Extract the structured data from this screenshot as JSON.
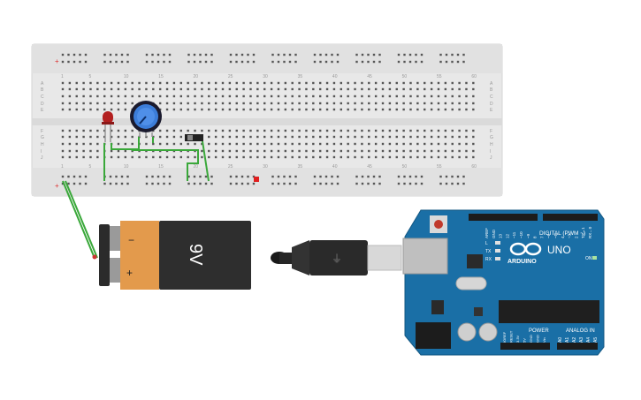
{
  "breadboard": {
    "column_labels": [
      "1",
      "5",
      "10",
      "15",
      "20",
      "25",
      "30",
      "35",
      "40",
      "45",
      "50",
      "55",
      "60"
    ],
    "row_labels_top": [
      "A",
      "B",
      "C",
      "D",
      "E"
    ],
    "row_labels_bottom": [
      "F",
      "G",
      "H",
      "I",
      "J"
    ]
  },
  "battery": {
    "label": "9V",
    "minus": "−",
    "plus": "+",
    "body_color": "#e39a4c"
  },
  "arduino": {
    "brand": "ARDUINO",
    "model": "UNO",
    "digital_label": "DIGITAL (PWM ~)",
    "analog_label": "ANALOG IN",
    "power_label": "POWER",
    "on_label": "ON",
    "led_labels": [
      "L",
      "TX",
      "RX"
    ],
    "digital_pins": [
      "AREF",
      "GND",
      "13",
      "12",
      "~11",
      "~10",
      "~9",
      "8",
      "7",
      "~6",
      "~5",
      "4",
      "~3",
      "2",
      "TX→1",
      "RX←0"
    ],
    "analog_pins": [
      "A0",
      "A1",
      "A2",
      "A3",
      "A4",
      "A5"
    ],
    "power_pins": [
      "IOREF",
      "RESET",
      "3.3V",
      "5V",
      "GND",
      "GND",
      "Vin"
    ],
    "board_color": "#1a6fa6"
  },
  "colors": {
    "wire": "#3aa83a",
    "breadboard": "#e6e6e6",
    "rail_red": "#d33",
    "rail_blue": "#33d"
  }
}
